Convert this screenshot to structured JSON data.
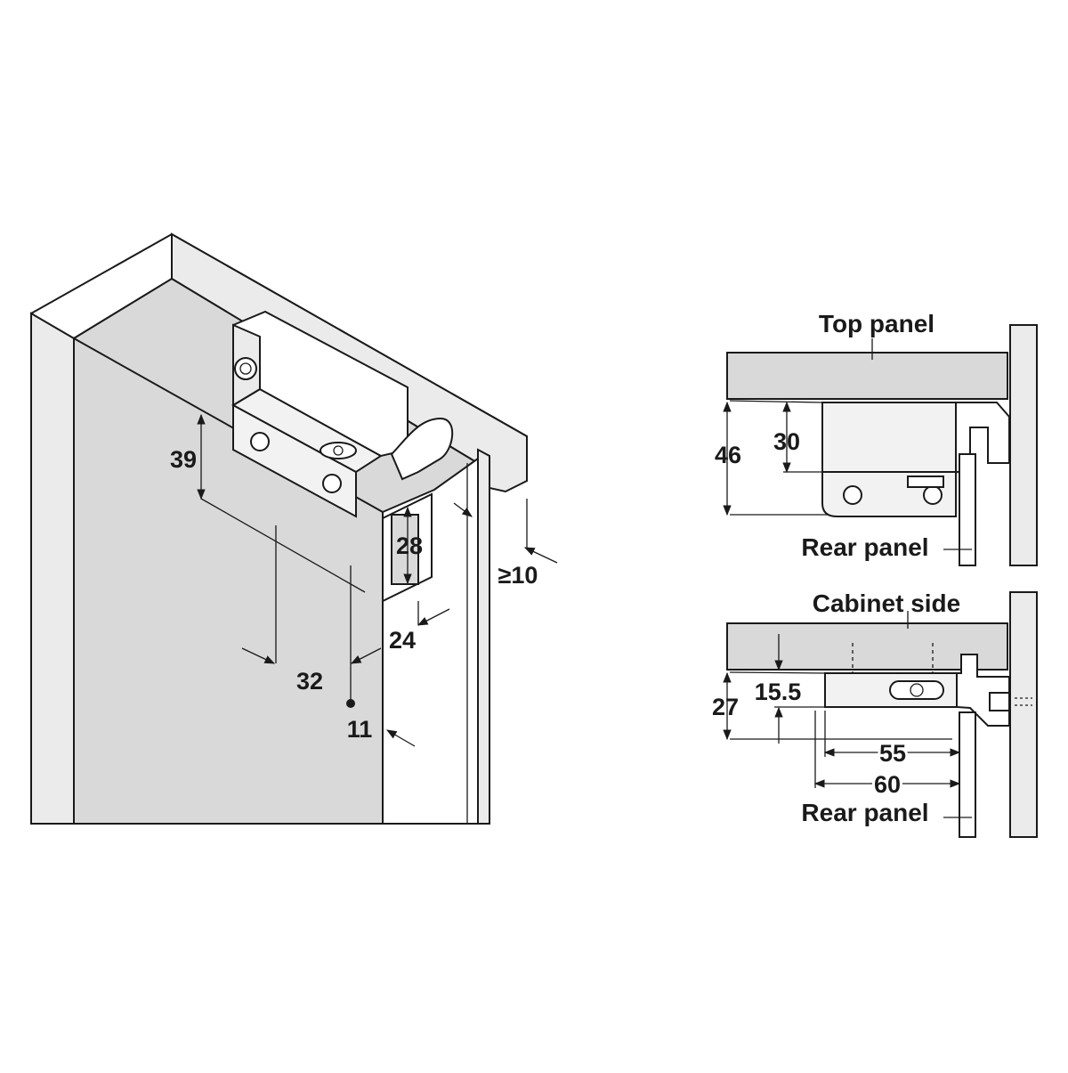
{
  "dimensions": {
    "d39": "39",
    "d28": "28",
    "d10": "≥10",
    "d24": "24",
    "d32": "32",
    "d11": "11",
    "d46": "46",
    "d30": "30",
    "d27": "27",
    "d15_5": "15.5",
    "d55": "55",
    "d60": "60"
  },
  "labels": {
    "top_panel": "Top panel",
    "rear_panel_top": "Rear panel",
    "cabinet_side": "Cabinet side",
    "rear_panel_bottom": "Rear panel"
  }
}
